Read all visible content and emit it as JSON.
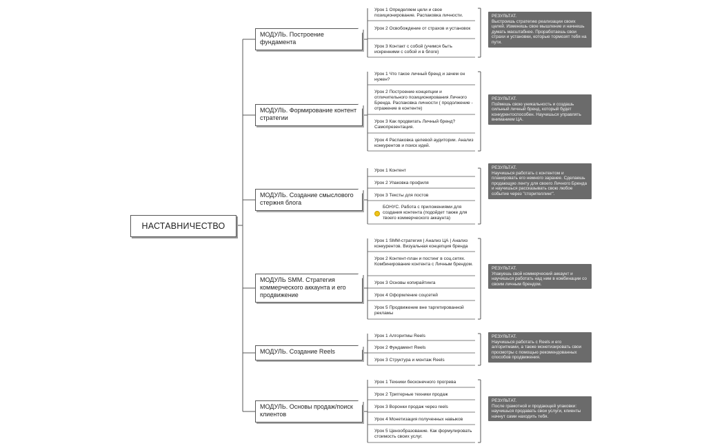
{
  "root": {
    "label": "НАСТАВНИЧЕСТВО"
  },
  "modules": [
    {
      "title": "МОДУЛЬ. Построение фундамента",
      "lessons": [
        "Урок 1 Определяем цели и свое позиционирование. Распаковка личности.",
        "Урок 2 Освобождение от страхов и установок",
        "Урок 3 Контакт с собой (учимся быть искренними с собой и в блоге)"
      ],
      "result": "РЕЗУЛЬТАТ.\nВыстроишь стратегию реализации своих целей. Изменишь свое мышление и начнешь думать масштабнее. Проработаешь свои страхи и установки, которые тормозят тебя на пути."
    },
    {
      "title": "МОДУЛЬ. Формирование контент стратегии",
      "lessons": [
        "Урок 1 Что такое личный бренд и зачем он нужен?",
        "Урок 2 Построение концепции и отличительного позиционирования Личного Бренда. Распаковка личности ( продолжение - отражение в контенте)",
        "Урок 3 Как продвигать Личный бренд? Самопрезентация.",
        "Урок 4 Распаковка целевой аудитории. Анализ конкурентов и поиск идей."
      ],
      "result": "РЕЗУЛЬТАТ.\nПоймешь свою уникальность и создашь сильный личный бренд, который будет конкурентоспособен. Научишься управлять вниманием ЦА."
    },
    {
      "title": "МОДУЛЬ. Создание смыслового стержня блога",
      "lessons": [
        "Урок 1 Контент",
        "Урок 2 Упаковка профиля",
        "Урок 3 Тексты для постов",
        "БОНУС. Работа с приложениями для создания контента (подойдет также для твоего коммерческого аккаунта)"
      ],
      "result": "РЕЗУЛЬТАТ.\nНаучишься работать с контентом и планировать его немного заранее. Сделаешь продающую ленту для своего Личного Бренда и научишься рассказывать свою любое событие через \"сторителлинг\"."
    },
    {
      "title": "МОДУЛЬ SMM. Стратегия коммерческого аккаунта и его продвижение",
      "lessons": [
        "Урок 1 SMM-стратегия | Анализ ЦА | Анализ конкурентов. Визуальная концепция бренда",
        "Урок 2 Контент-план и постинг в соц.сетях. Комбинирование контента с Личным брендом.",
        "Урок 3 Основы копирайтинга",
        "Урок 4 Оформление соцсетей",
        "Урок 5 Продвижение вне таргетированной рекламы"
      ],
      "result": "РЕЗУЛЬТАТ.\nУпакуешь свой коммерческий аккаунт и научишься работать над ним в комбинации со своим личным брендом."
    },
    {
      "title": "МОДУЛЬ. Создание Reels",
      "lessons": [
        "Урок 1 Алгоритмы Reels",
        "Урок 2 Фундамент Reels",
        "Урок 3 Структура и монтаж Reels"
      ],
      "result": "РЕЗУЛЬТАТ.\nНаучишься работать с Reels и его алгоритмами, а также монетизировать свои просмотры с помощью рекомендованных способов продвижения."
    },
    {
      "title": "МОДУЛЬ. Основы продаж/поиск клиентов",
      "lessons": [
        "Урок 1 Техники бесконечного прогрева",
        "Урок 2 Триггерные техники продаж",
        "Урок 3 Воронки продаж через reels",
        "Урок 4 Монетизация полученных навыков",
        "Урок 5 Ценообразование. Как формулировать стоимость своих услуг."
      ],
      "result": "РЕЗУЛЬТАТ.\nПосле грамотной и продающей упаковки: научишься продавать свои услуги, клиенты начнут сами находить тебя."
    }
  ]
}
